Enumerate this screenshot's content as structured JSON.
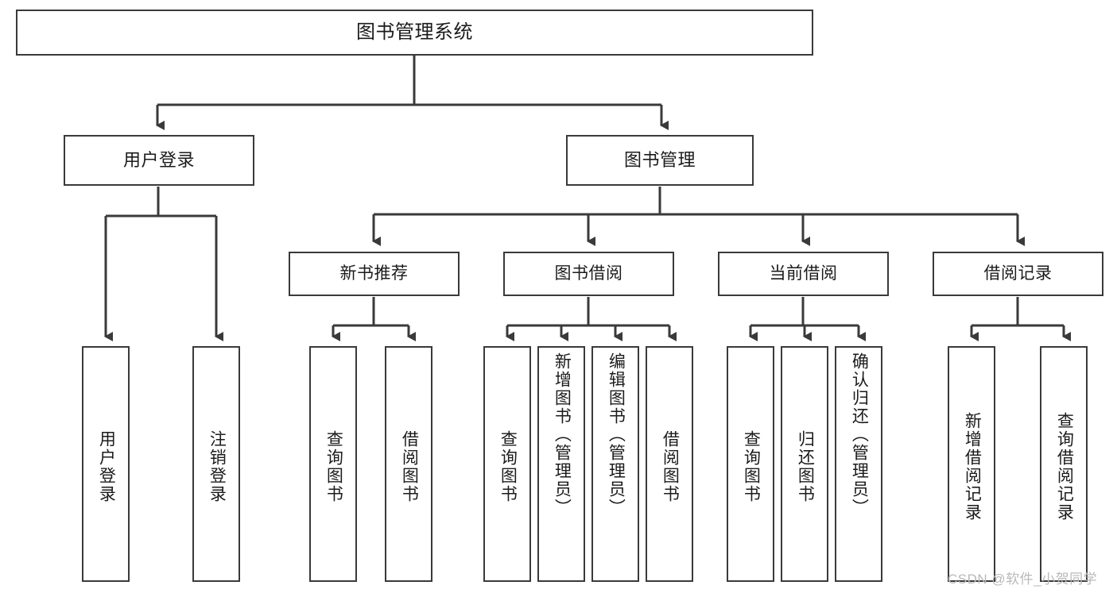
{
  "diagram": {
    "type": "tree",
    "title": "图书管理系统",
    "orientation": "top-down",
    "colors": {
      "box_border": "#3a3a3a",
      "box_fill": "#ffffff",
      "connector": "#3a3a3a",
      "text": "#1b1b1b",
      "watermark": "#b9b9b9",
      "background": "#ffffff"
    },
    "root": {
      "label": "图书管理系统"
    },
    "tier2": [
      {
        "label": "用户登录"
      },
      {
        "label": "图书管理"
      }
    ],
    "tier3": [
      {
        "label": "新书推荐"
      },
      {
        "label": "图书借阅"
      },
      {
        "label": "当前借阅"
      },
      {
        "label": "借阅记录"
      }
    ],
    "leaves": {
      "user_login": [
        {
          "label": "用户登录"
        },
        {
          "label": "注销登录"
        }
      ],
      "new_book_recommend": [
        {
          "label": "查询图书"
        },
        {
          "label": "借阅图书"
        }
      ],
      "book_borrow": [
        {
          "label": "查询图书"
        },
        {
          "label": "新增图书（管理员）"
        },
        {
          "label": "编辑图书（管理员）"
        },
        {
          "label": "借阅图书"
        }
      ],
      "current_borrow": [
        {
          "label": "查询图书"
        },
        {
          "label": "归还图书"
        },
        {
          "label": "确认归还（管理员）"
        }
      ],
      "borrow_record": [
        {
          "label": "新增借阅记录"
        },
        {
          "label": "查询借阅记录"
        }
      ]
    },
    "watermark": "CSDN @软件_小贺同学"
  }
}
